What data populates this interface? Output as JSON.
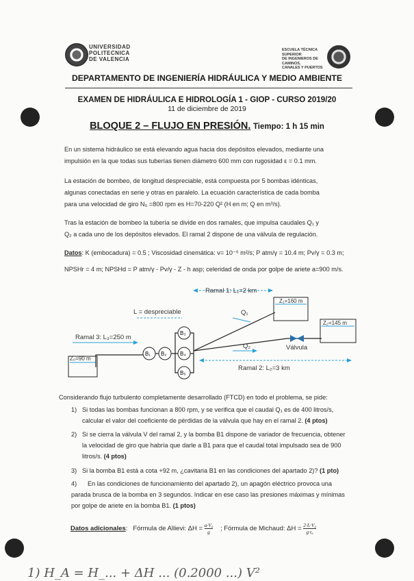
{
  "header": {
    "upv_lines": [
      "UNIVERSIDAD",
      "POLITECNICA",
      "DE VALENCIA"
    ],
    "school_lines": [
      "ESCUELA TÉCNICA SUPERIOR",
      "DE INGENIEROS DE CAMINOS,",
      "CANALES Y PUERTOS"
    ],
    "department": "DEPARTAMENTO DE INGENIERÍA HIDRÁULICA Y MEDIO AMBIENTE"
  },
  "exam": {
    "title": "EXAMEN DE HIDRÁULICA E HIDROLOGÍA 1 - GIOP - CURSO 2019/20",
    "date": "11 de diciembre de 2019",
    "block_title": "BLOQUE 2 – FLUJO EN PRESIÓN.",
    "time": "Tiempo: 1 h 15 min"
  },
  "body": {
    "p1": [
      "En un sistema hidráulico se está elevando agua hacia dos depósitos elevados, mediante una",
      "impulsión en la que todas sus tuberías tienen diámetro 600 mm con rugosidad ε = 0.1 mm."
    ],
    "p2": [
      "La estación de bombeo, de longitud despreciable, está compuesta por 5 bombas idénticas,",
      "algunas conectadas en serie y otras en paralelo. La ecuación característica de cada bomba",
      "para una velocidad de giro N₀ =800 rpm es H=70-220 Q² (H en m; Q en m³/s)."
    ],
    "p3": [
      "Tras la estación de bombeo la tubería se divide en dos ramales, que impulsa caudales Q₁ y",
      "Q₂ a cada uno de los depósitos elevados. El ramal 2 dispone de una válvula de regulación."
    ],
    "datos_label": "Datos",
    "datos_line1": ": K (embocadura) = 0.5 ; Viscosidad cinemática: ν= 10⁻⁶ m²/s; P atm/γ = 10.4 m; Pv/γ = 0.3 m;",
    "datos_line2": "NPSHr = 4 m; NPSHd = P atm/γ - Pv/γ - Z - h asp; celeridad de onda por golpe de ariete a=900 m/s."
  },
  "diagram": {
    "l1": "Ramal 1: L₁=2 km",
    "z1": "Z₁=160 m",
    "z2": "Z₂=145 m",
    "z0": "Z₀=90 m",
    "ramal3": "Ramal 3: L₃=250 m",
    "l_desp": "L = despreciable",
    "q1": "Q₁",
    "q2": "Q₂",
    "valve": "Válvula",
    "ramal2": "Ramal 2: L₂=3 km",
    "pumps": [
      "B₁",
      "B₂",
      "B₃",
      "B₄",
      "B₅"
    ]
  },
  "questions": {
    "intro": "Considerando flujo turbulento completamente desarrollado (FTCD) en todo el problema, se pide:",
    "items": [
      {
        "num": "1)",
        "lines": [
          "Si todas las bombas funcionan a 800 rpm, y se verifica que el caudal Q₁ es de 400 litros/s,",
          "calcular el valor del coeficiente de pérdidas de la válvula que hay en el ramal 2."
        ],
        "pts": "(4 ptos)"
      },
      {
        "num": "2)",
        "lines": [
          "Si se cierra la válvula V del ramal 2, y la bomba B1 dispone de variador de frecuencia, obtener",
          "la velocidad de giro que habría que darle a B1 para que el caudal total impulsado sea de 900",
          "litros/s."
        ],
        "pts": "(4 ptos)"
      },
      {
        "num": "3)",
        "lines": [
          "Si la bomba B1 está a cota +92 m, ¿cavitaria B1 en las condiciones del apartado 2)?"
        ],
        "pts": "(1 pto)"
      },
      {
        "num": "4)",
        "lines": [
          "En las condiciones de funcionamiento del apartado 2), un apagón eléctrico provoca una",
          "parada brusca de la bomba en 3 segundos. Indicar en ese caso las presiones máximas y mínimas",
          "por golpe de ariete en la bomba B1."
        ],
        "pts": "(1 ptos)"
      }
    ],
    "extra_label": "Datos adicionales",
    "allievi": "Fórmula de Allievi: ΔH =",
    "allievi_num": "a·V₀",
    "allievi_den": "g",
    "michaud": "; Fórmula de Michaud: ΔH =",
    "michaud_num": "2·L·V₀",
    "michaud_den": "g·t꜀"
  },
  "handwriting": "1) H_A = H_... + ΔH ... (0.2000 ...) V²"
}
